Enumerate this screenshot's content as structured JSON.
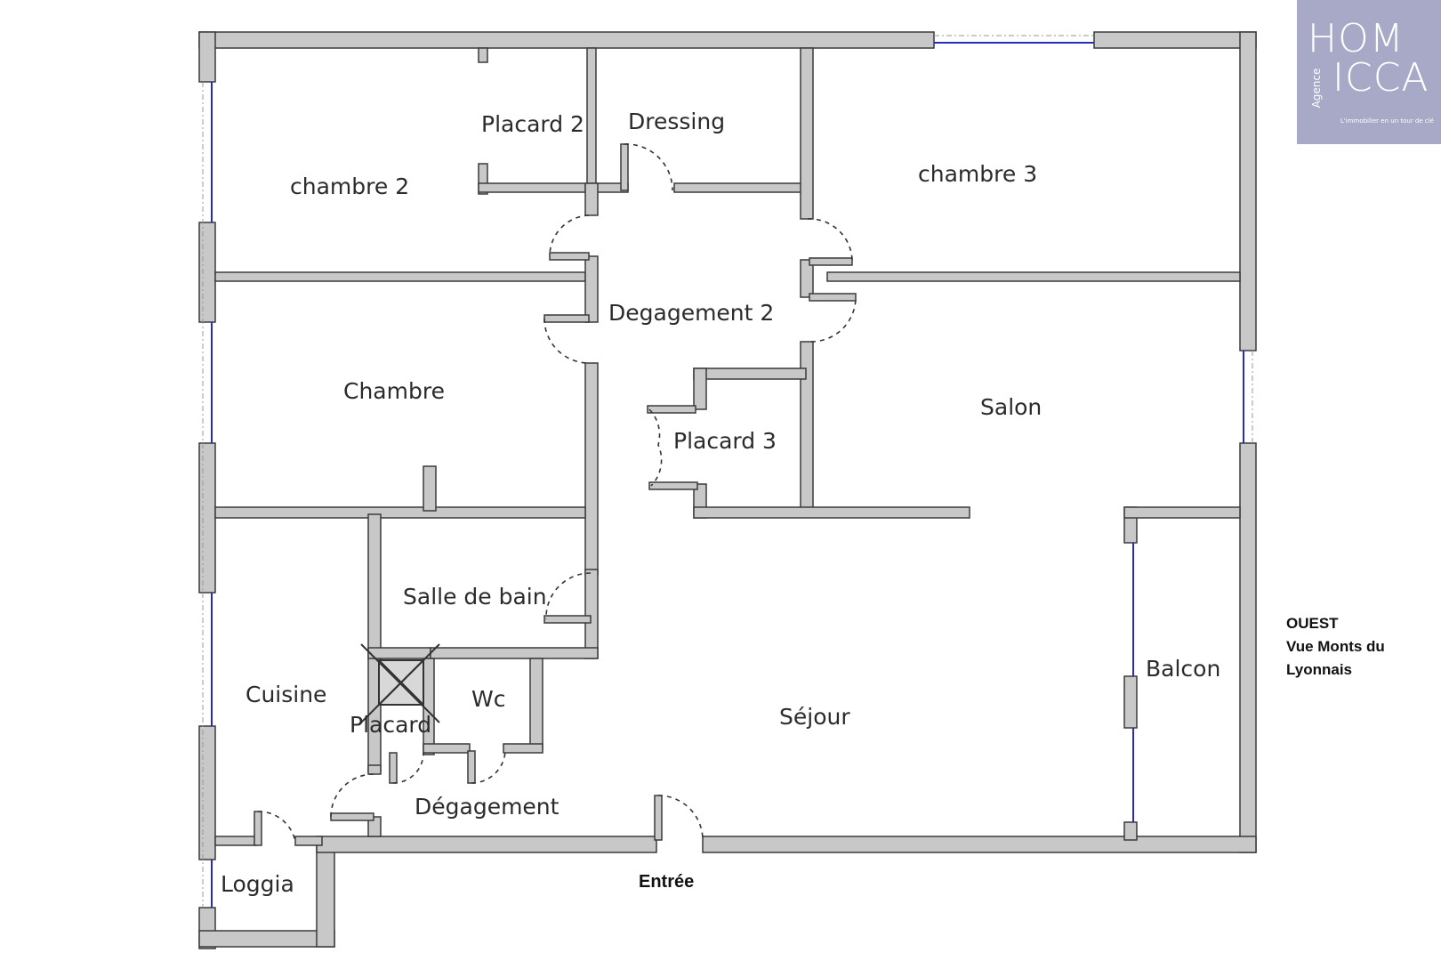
{
  "rooms": {
    "chambre2": "chambre 2",
    "placard2": "Placard 2",
    "dressing": "Dressing",
    "chambre3": "chambre 3",
    "degagement2": "Degagement 2",
    "chambre": "Chambre",
    "placard3": "Placard 3",
    "salon": "Salon",
    "salle_de_bain": "Salle de bain",
    "cuisine": "Cuisine",
    "wc": "Wc",
    "placard": "Placard",
    "sejour": "Séjour",
    "balcon": "Balcon",
    "degagement": "Dégagement",
    "loggia": "Loggia"
  },
  "entree": "Entrée",
  "orientation": {
    "line1": "OUEST",
    "line2": "Vue Monts du",
    "line3": "Lyonnais"
  },
  "logo": {
    "brand_top": "HOM",
    "brand_bottom": "ICCA",
    "agence": "Agence",
    "tagline": "L'immobilier en un tour de clé"
  },
  "colors": {
    "wall_fill": "#c8c8c8",
    "wall_stroke": "#3a3a3a",
    "window": "#2b2bbb",
    "logo_bg": "#a7a9c6"
  }
}
